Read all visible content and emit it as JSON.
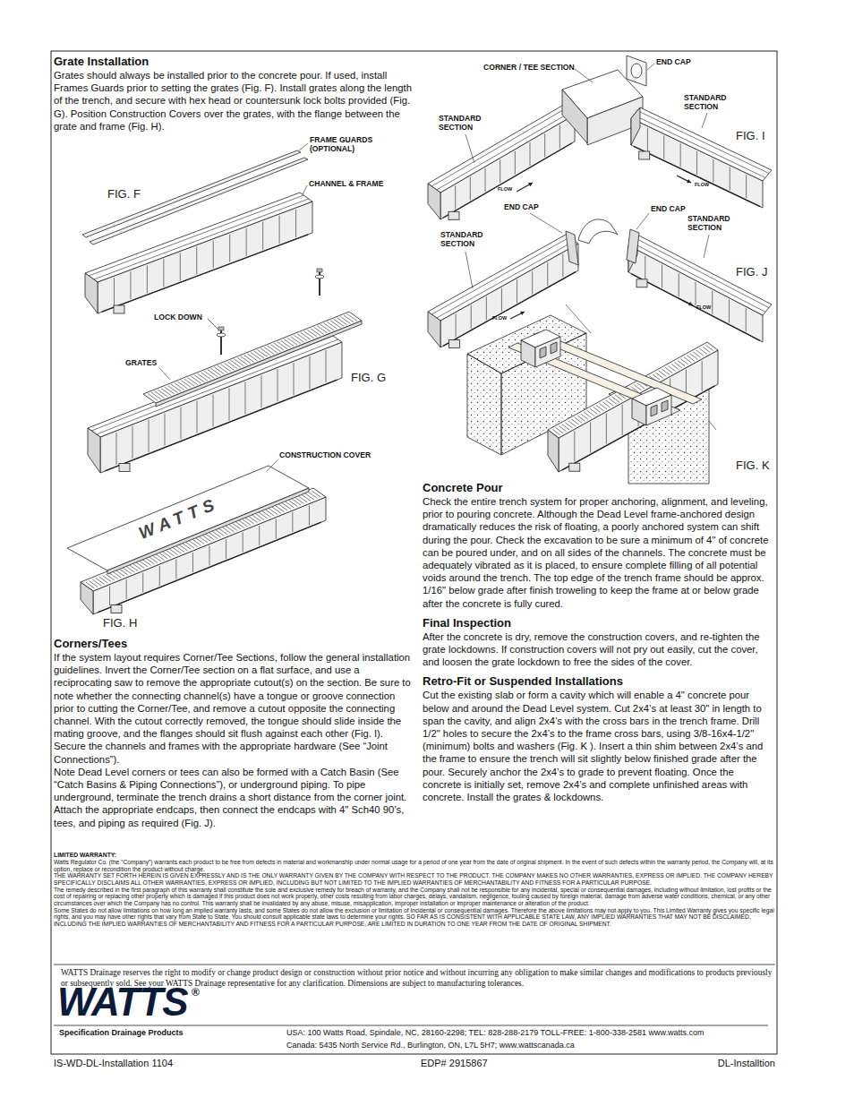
{
  "diagram": {
    "labels": [
      "Grate Installation",
      "Grates should always be installed prior to the concrete pour. If used, install Frames Guards prior to setting the grates (Fig. F). Install grates along the length of the trench, and secure with hex head or countersunk lock bolts provided (Fig. G). Position Construction Covers over the grates, with the flange between the grate and frame (Fig. H).",
      "FRAME GUARDS (OPTIONAL)",
      "CHANNEL & FRAME",
      "FIG. F",
      "LOCK DOWN",
      "GRATES",
      "FIG. G",
      "CONSTRUCTION COVER",
      "WATTS",
      "FIG. H",
      "Corners/Tees",
      "If the system layout requires Corner/Tee Sections, follow the general installation guidelines. Invert the Corner/Tee section on a flat surface, and use a reciprocating saw to remove the appropriate cutout(s) on the section. Be sure to note whether the connecting channel(s) have a tongue or groove connection prior to cutting the Corner/Tee, and remove a cutout opposite the connecting channel. With the cutout correctly removed, the tongue should slide inside the mating groove, and the flanges should sit flush against each other (Fig. I). Secure the channels and frames with the appropriate hardware (See “Joint Connections”).",
      "Note Dead Level corners or tees can also be formed with a Catch Basin (See “Catch Basins & Piping Connections”), or underground piping. To pipe underground, terminate the trench drains a short distance from the corner joint. Attach the appropriate endcaps, then connect the endcaps with 4\" Sch40 90’s, tees, and piping as required (Fig. J).",
      "CORNER / TEE SECTION",
      "END CAP",
      "STANDARD SECTION",
      "STANDARD SECTION",
      "FLOW",
      "FLOW",
      "FIG. I",
      "END CAP",
      "END CAP",
      "STANDARD SECTION",
      "STANDARD SECTION",
      "FLOW",
      "FLOW",
      "FIG. J",
      "FIG. K",
      "Concrete Pour",
      "Check the entire trench system for proper anchoring, alignment, and leveling, prior to pouring concrete. Although the Dead Level frame-anchored design dramatically reduces the risk of floating, a poorly anchored system can shift during the pour. Check the excavation to be sure a minimum of 4\" of concrete can be poured under, and on all sides of the channels. The concrete must be adequately vibrated as it is placed, to ensure complete filling of all potential voids around the trench. The top edge of the trench frame should be approx. 1/16\" below grade after finish troweling to keep the frame at or below grade after the concrete is fully cured.",
      "Final Inspection",
      "After the concrete is dry, remove the construction covers, and re-tighten the grate lockdowns. If construction covers will not pry out easily, cut the cover, and loosen the grate lockdown to free the sides of the cover.",
      "Retro-Fit or Suspended Installations",
      "Cut the existing slab or form a cavity which will enable a 4\" concrete pour below and around the Dead Level system. Cut 2x4’s at least 30\" in length to span the cavity, and align 2x4’s with the cross bars in the trench frame. Drill 1/2\" holes to secure the 2x4’s to the frame cross bars, using 3/8-16x4-1/2\" (minimum) bolts and washers (Fig. K ). Insert a thin shim between 2x4’s and the frame to ensure the trench will sit slightly below finished grade after the pour. Securely anchor the 2x4’s to grade to prevent floating. Once the concrete is initially set, remove 2x4’s and complete unfinished areas with concrete. Install the grates & lockdowns.",
      "LIMITED WARRANTY:",
      "Watts Regulator Co. (the “Company”) warrants each product to be free from defects in material and workmanship under normal usage for a period of one year from the date of original shipment. In the event of such defects within the warranty period, the Company will, at its option, replace or recondition the product without charge.",
      "THE WARRANTY SET FORTH HEREIN IS GIVEN EXPRESSLY AND IS THE ONLY WARRANTY GIVEN BY THE COMPANY WITH RESPECT TO THE PRODUCT. THE COMPANY MAKES NO OTHER WARRANTIES, EXPRESS OR IMPLIED. THE COMPANY HEREBY SPECIFICALLY DISCLAIMS ALL OTHER WARRANTIES, EXPRESS OR IMPLIED, INCLUDING BUT NOT LIMITED TO THE IMPLIED WARRANTIES OF MERCHANTABILITY AND FITNESS FOR A PARTICULAR PURPOSE.",
      "The remedy described in the first paragraph of this warranty shall constitute the sole and exclusive remedy for breach of warranty, and the Company shall not be responsible for any incidental, special or consequential damages, including without limitation, lost profits or the cost of repairing or replacing other property which is damaged if this product does not work properly, other costs resulting from labor charges, delays, vandalism, negligence, fouling caused by foreign material, damage from adverse water conditions, chemical, or any other circumstances over which the Company has no control. This warranty shall be invalidated by any abuse, misuse, misapplication, improper installation or improper maintenance or alteration of the product.",
      "Some States do not allow limitations on how long an implied warranty lasts, and some States do not allow the exclusion or limitation of incidental or consequential damages. Therefore the above limitations may not apply to you. This Limited Warranty gives you specific legal rights, and you may have other rights that vary from State to State. You should consult applicable state laws to determine your rights. SO FAR AS IS CONSISTENT WITH APPLICABLE STATE LAW, ANY IMPLIED WARRANTIES THAT MAY NOT BE DISCLAIMED, INCLUDING THE IMPLIED WARRANTIES OF MERCHANTABILITY AND FITNESS FOR A PARTICULAR PURPOSE, ARE LIMITED IN DURATION TO ONE YEAR FROM THE DATE OF ORIGINAL SHIPMENT.",
      "WATTS Drainage reserves the right to modify or change product design or construction without prior notice and without incurring any obligation to make similar changes and modifications to products previously or subsequently sold. See your WATTS Drainage representative for any clarification. Dimensions are subject to manufacturing tolerances.",
      "WATTS",
      "®",
      "Specification Drainage Products",
      "USA: 100 Watts Road, Spindale, NC, 28160-2298; TEL: 828-288-2179 TOLL-FREE: 1-800-338-2581 www.watts.com",
      "Canada: 5435 North Service Rd., Burlington, ON, L7L 5H7; www.wattscanada.ca",
      "IS-WD-DL-Installation 1104",
      "EDP# 2915867",
      "DL-Installtion"
    ]
  }
}
